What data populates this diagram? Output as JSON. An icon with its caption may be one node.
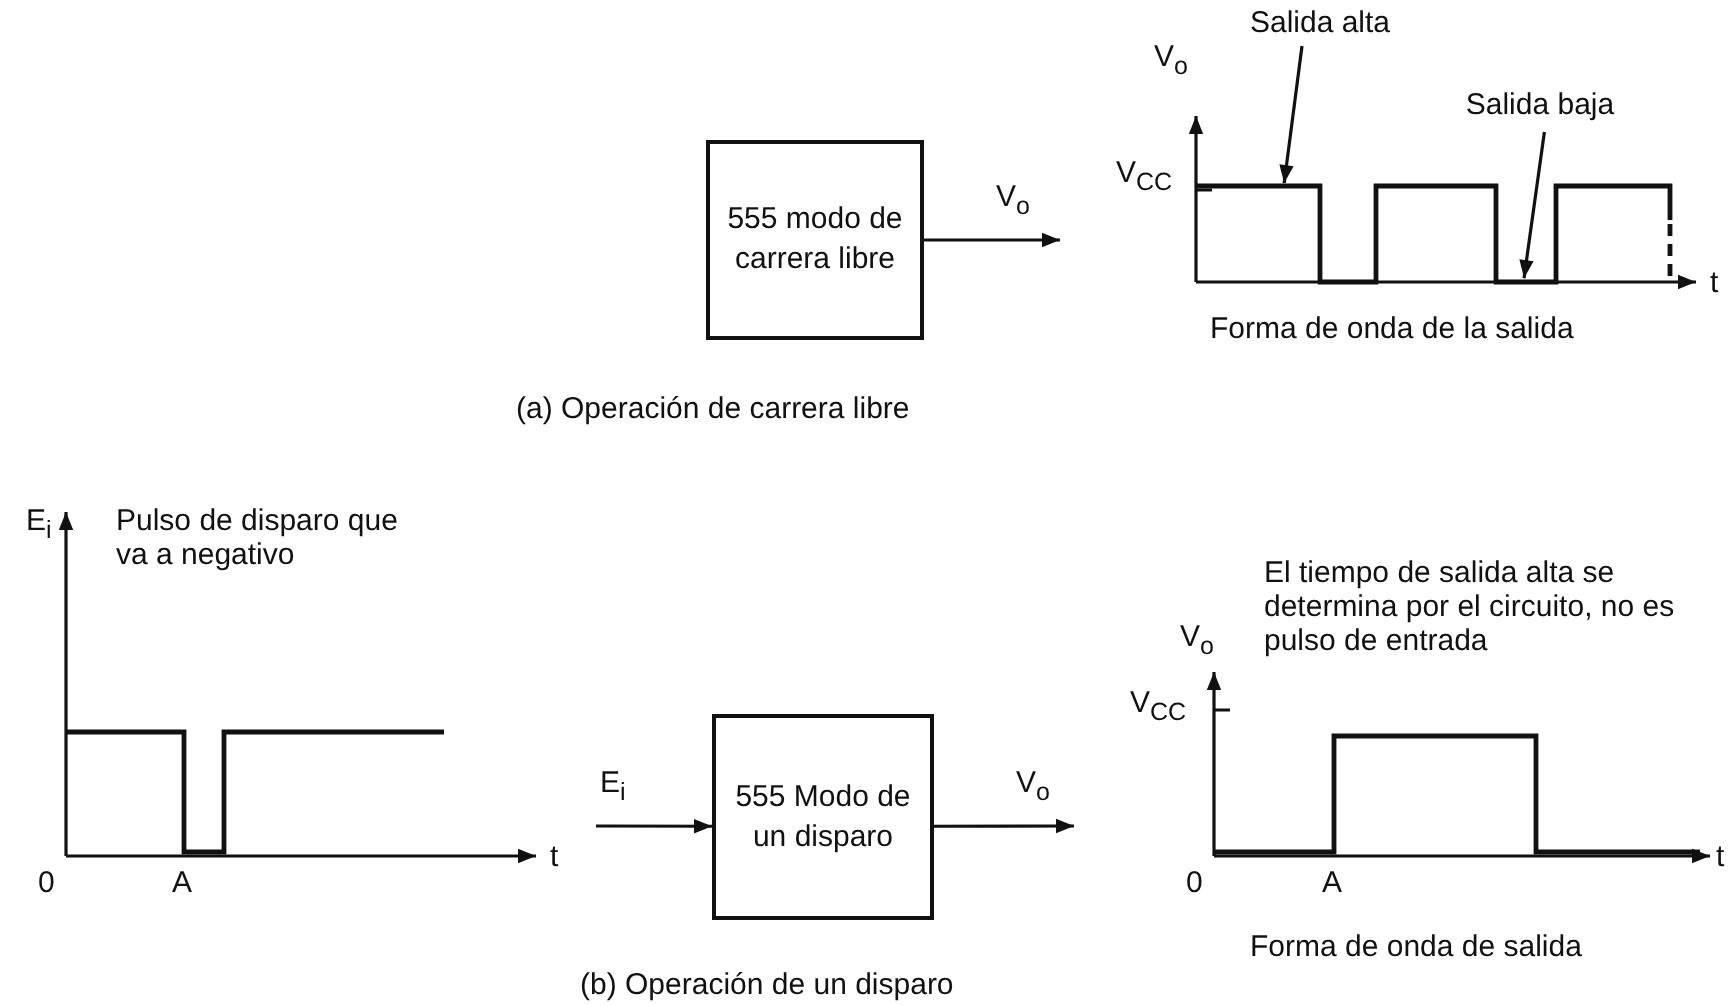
{
  "diagram": {
    "nodes": [
      {
        "text": [
          "555 modo de carrera libre"
        ]
      },
      {
        "text": [
          "Salida alta"
        ]
      },
      {
        "text": [
          "Salida baja"
        ]
      },
      {
        "text": [],
        "shape": "picture"
      },
      {
        "text": [
          "555 Modo de un disparo"
        ]
      }
    ],
    "edges": [
      {
        "from": 0,
        "to": null,
        "arrow": "to",
        "label": "V$_{o}$"
      },
      {
        "from": 1,
        "to": 3,
        "arrow": "to"
      },
      {
        "from": 2,
        "to": 3,
        "arrow": "to"
      },
      {
        "from": null,
        "to": 4,
        "arrow": "to",
        "label": "E$_{i}$"
      },
      {
        "from": 4,
        "to": null,
        "arrow": "to",
        "label": "V$_{o}$"
      }
    ],
    "labels": [
      "V$_{o}$",
      "V$_{CC}$",
      "t",
      "Forma de onda de la salida",
      "(a) Operación de carrera libre",
      "E$_{i}$",
      "Pulso de disparo que va a negativo",
      "0",
      "A",
      "t",
      "V$_{o}$",
      "El tiempo de salida alta se determina por el circuito, no es pulso de entrada",
      "V$_{CC}$",
      "0",
      "A",
      "t",
      "Forma de onda de salida",
      "(b) Operación de un disparo"
    ]
  }
}
